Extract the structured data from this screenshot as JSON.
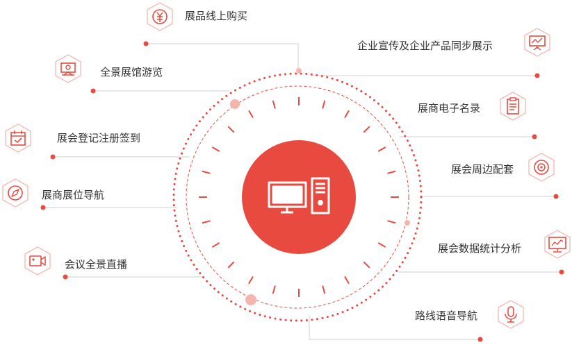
{
  "accent": "#e84a3f",
  "accent_light": "#f5b5ac",
  "line_color": "#cccccc",
  "center_icon": "computer-icon",
  "features": [
    {
      "id": "buy",
      "label": "展品线上购买",
      "icon": "yuan-icon"
    },
    {
      "id": "promo",
      "label": "企业宣传及企业产品同步展示",
      "icon": "presentation-board-icon"
    },
    {
      "id": "tour",
      "label": "全景展馆游览",
      "icon": "panorama-icon"
    },
    {
      "id": "list",
      "label": "展商电子名录",
      "icon": "clipboard-list-icon"
    },
    {
      "id": "register",
      "label": "展会登记注册签到",
      "icon": "calendar-check-icon"
    },
    {
      "id": "around",
      "label": "展会周边配套",
      "icon": "target-icon"
    },
    {
      "id": "booth",
      "label": "展商展位导航",
      "icon": "compass-icon"
    },
    {
      "id": "stats",
      "label": "展会数据统计分析",
      "icon": "analytics-monitor-icon"
    },
    {
      "id": "live",
      "label": "会议全景直播",
      "icon": "video-camera-icon"
    },
    {
      "id": "voice",
      "label": "路线语音导航",
      "icon": "microphone-icon"
    }
  ]
}
